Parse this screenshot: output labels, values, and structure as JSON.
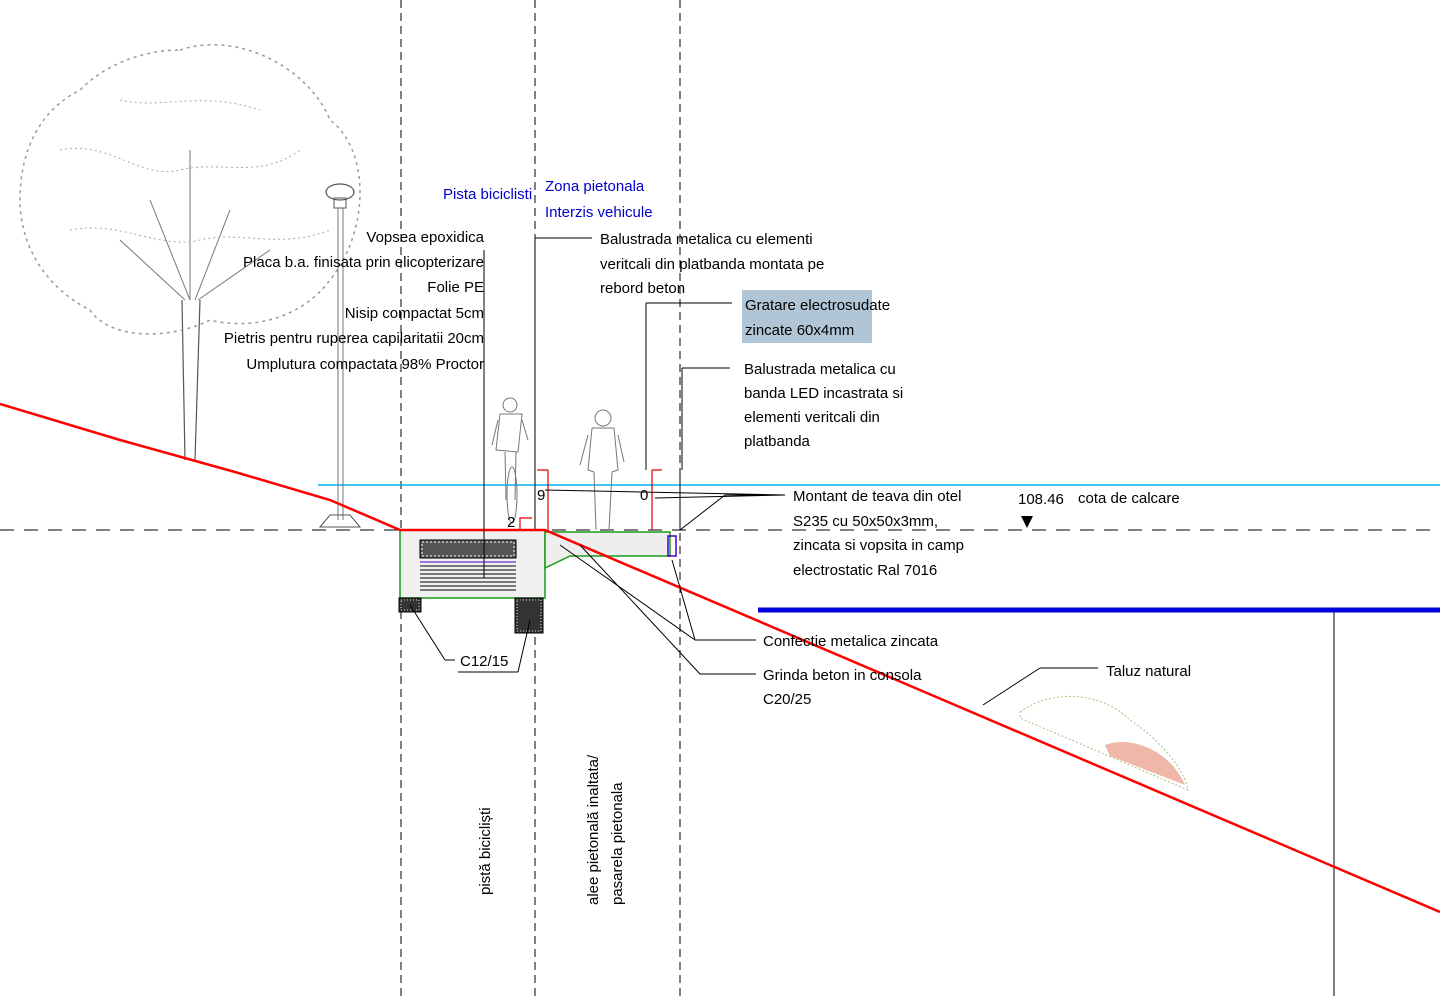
{
  "zones": {
    "bike_lane_title": "Pista biciclisti",
    "pedestrian_title_1": "Zona pietonala",
    "pedestrian_title_2": "Interzis vehicule"
  },
  "layers": [
    "Vopsea epoxidica",
    "Placa b.a. finisata prin elicopterizare",
    "Folie PE",
    "Nisip compactat 5cm",
    "Pietris pentru ruperea capilaritatii 20cm",
    "Umplutura compactata 98% Proctor"
  ],
  "callouts": {
    "railing_1": [
      "Balustrada metalica cu elementi",
      "veritcali din platbanda montata pe",
      "rebord beton"
    ],
    "grating": [
      "Gratare electrosudate",
      "zincate 60x4mm"
    ],
    "railing_2": [
      "Balustrada metalica cu",
      "banda LED incastrata si",
      "elementi veritcali din",
      "platbanda"
    ],
    "post": [
      "Montant de teava din otel",
      "S235 cu 50x50x3mm,",
      "zincata si vopsita in camp",
      "electrostatic Ral 7016"
    ],
    "steel": "Confectie metalica zincata",
    "beam": [
      "Grinda beton in consola",
      "C20/25"
    ],
    "concrete": "C12/15",
    "slope": "Taluz natural"
  },
  "elevation": {
    "value": "108.46",
    "label": "cota de calcare"
  },
  "vertical_labels": {
    "bike": "pistă bicicliști",
    "ped_1": "alee pietonală inaltata/",
    "ped_2": "pasarela pietonala"
  },
  "dims": {
    "h1": "2",
    "h2": "9",
    "h3": "0"
  },
  "colors": {
    "ground": "#ff0000",
    "water": "#00b4f0",
    "blue": "#0000dd",
    "zone_text": "#0000cc",
    "highlight": "#9cb8cc"
  }
}
